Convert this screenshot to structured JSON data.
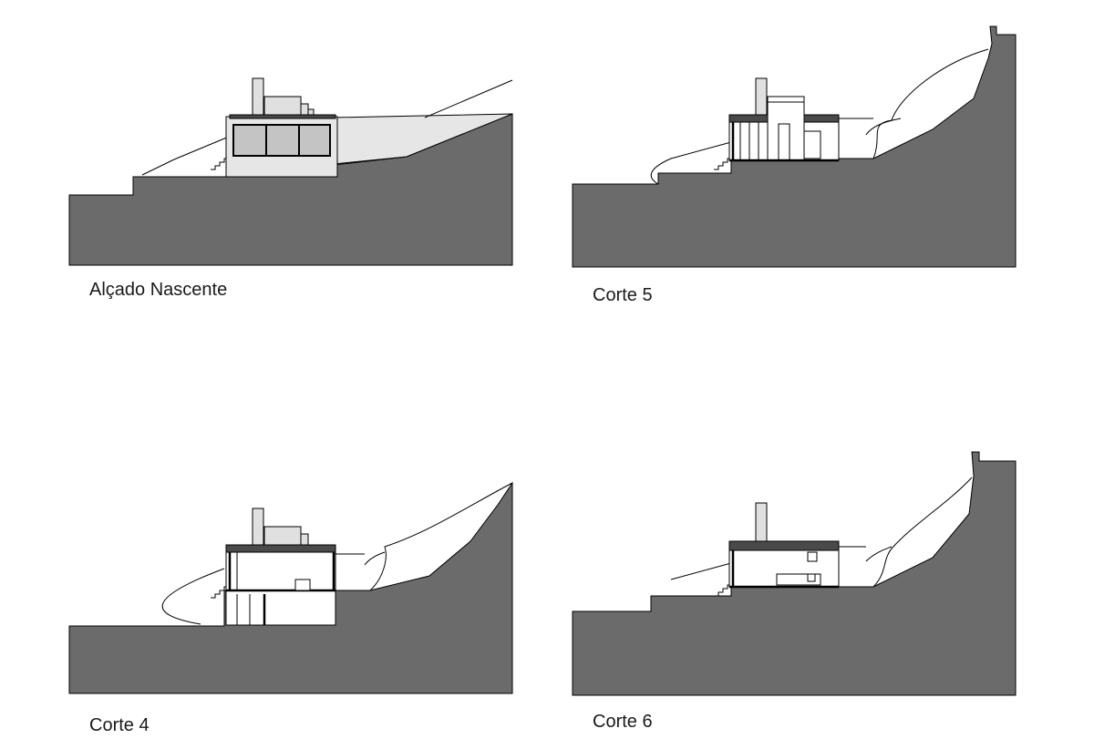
{
  "palette": {
    "ground": "#6b6b6b",
    "facade": "#e6e6e6",
    "glass": "#c4c4c4",
    "slab": "#4a4a4a",
    "chimney": "#e0e0e0",
    "line": "#000000"
  },
  "panels": [
    {
      "caption": "Alçado Nascente"
    },
    {
      "caption": "Corte 5"
    },
    {
      "caption": "Corte 4"
    },
    {
      "caption": "Corte 6"
    }
  ]
}
